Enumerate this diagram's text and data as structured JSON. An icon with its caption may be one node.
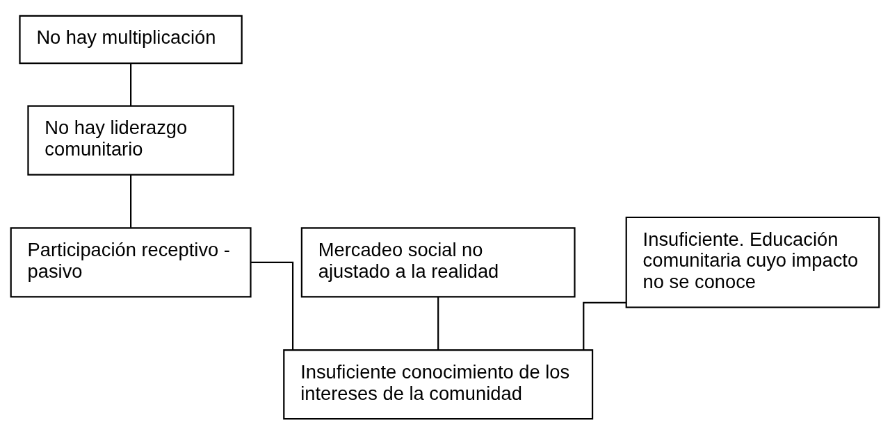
{
  "diagram": {
    "nodes": [
      {
        "text": [
          "No hay multiplicación"
        ]
      },
      {
        "text": [
          "No hay liderazgo comunitario"
        ]
      },
      {
        "text": [
          "Mercadeo social no ajustado a la realidad"
        ]
      },
      {
        "text": [
          "Insuficiente. Educación comunitaria cuyo impacto no se conoce"
        ]
      },
      {
        "text": [
          "Participación receptivo - pasivo"
        ]
      },
      {
        "text": [
          "Insuficiente conocimiento de los intereses de la comunidad"
        ]
      }
    ],
    "edges": [
      {
        "from": 0,
        "to": 1,
        "arrow": "none"
      },
      {
        "from": 1,
        "to": 4,
        "arrow": "none"
      },
      {
        "from": 2,
        "to": 5,
        "arrow": "none"
      },
      {
        "from": 3,
        "to": 5,
        "arrow": "none"
      },
      {
        "from": 4,
        "to": 5,
        "arrow": "none"
      }
    ]
  }
}
